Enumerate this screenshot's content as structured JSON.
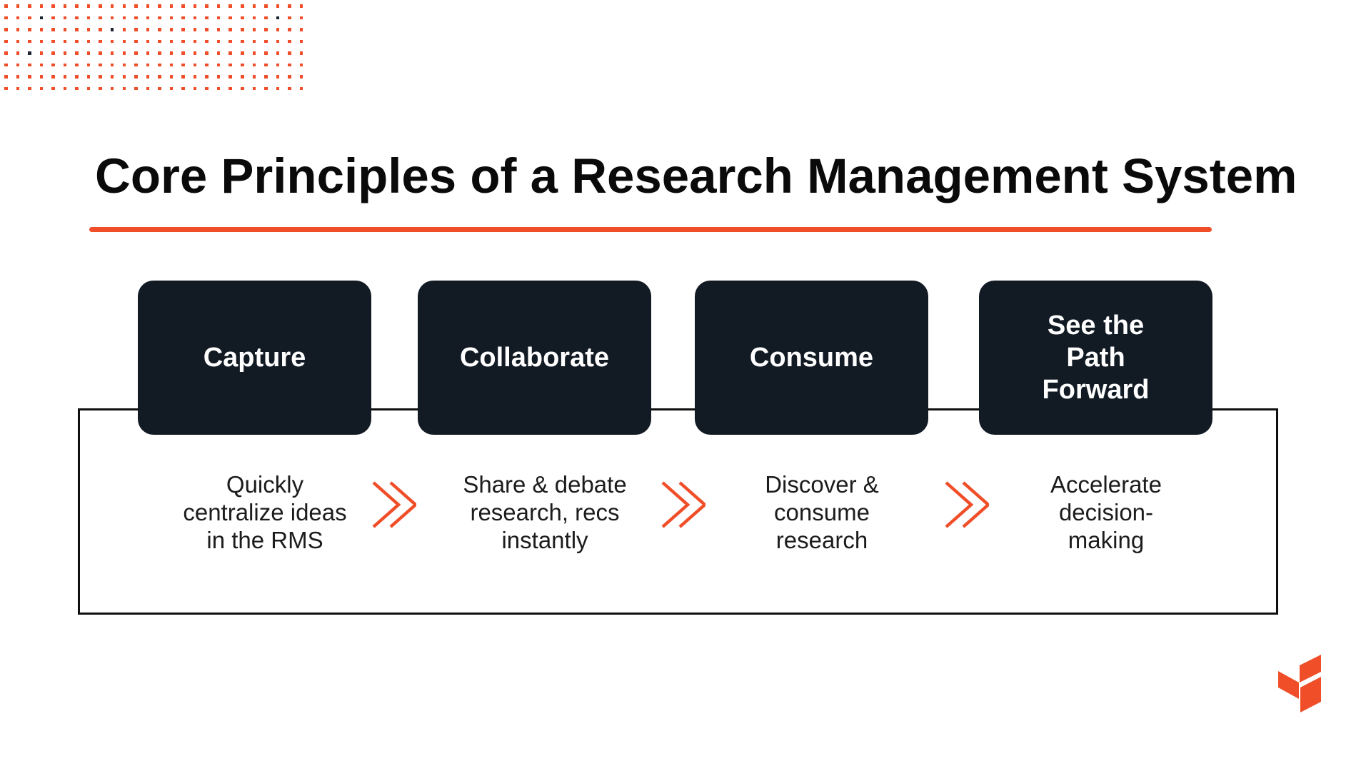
{
  "slide": {
    "title": "Core Principles of a Research Management System",
    "columns": [
      {
        "id": "capture",
        "label": "Capture",
        "desc_lines": [
          "Quickly",
          "centralize ideas",
          "in the RMS"
        ]
      },
      {
        "id": "collaborate",
        "label": "Collaborate",
        "desc_lines": [
          "Share & debate",
          "research, recs",
          "instantly"
        ]
      },
      {
        "id": "consume",
        "label": "Consume",
        "desc_lines": [
          "Discover &",
          "consume",
          "research"
        ]
      },
      {
        "id": "see-the-path-forward",
        "label": "See the Path Forward",
        "label_lines": [
          "See the",
          "Path",
          "Forward"
        ],
        "desc_lines": [
          "Accelerate",
          "decision-",
          "making"
        ]
      }
    ],
    "colors": {
      "accent": "#F04E29",
      "box_bg": "#121A24",
      "box_text": "#FFFFFF",
      "title_text": "#0A0A0A",
      "body_text": "#1C1C1C",
      "outline": "#101010",
      "dark_dot": "#1B2430"
    },
    "decor": {
      "dot_rows": 8,
      "dot_cols": 26,
      "dark_dots": [
        [
          1,
          3
        ],
        [
          2,
          9
        ],
        [
          4,
          2
        ],
        [
          1,
          23
        ]
      ]
    }
  }
}
